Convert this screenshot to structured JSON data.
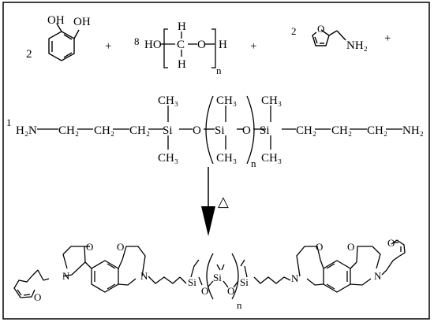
{
  "scheme": {
    "catechol": {
      "coefficient": "2",
      "hydroxyl_1": "OH",
      "hydroxyl_2": "OH"
    },
    "paraformaldehyde": {
      "coefficient": "8",
      "ho": "HO",
      "h_top": "H",
      "carbon": "C",
      "h_bottom": "H",
      "oxygen": "O",
      "h_end": "H",
      "repeat": "n"
    },
    "furfurylamine": {
      "coefficient": "2",
      "ring_oxygen": "O",
      "amine": "NH₂"
    },
    "plus_signs": [
      "+",
      "+",
      "+"
    ],
    "siloxane_diamine": {
      "coefficient": "1",
      "amine_left": "H₂N",
      "ch2_labels": [
        "CH₂",
        "CH₂",
        "CH₂",
        "CH₂",
        "CH₂",
        "CH₂"
      ],
      "si_left": "Si",
      "si_mid": "Si",
      "si_right": "Si",
      "oxygen_labels": [
        "O",
        "O"
      ],
      "methyl_labels": [
        "CH₃",
        "CH₃",
        "CH₃",
        "CH₃",
        "CH₃",
        "CH₃"
      ],
      "repeat": "n",
      "amine_right": "NH₂"
    },
    "reaction_condition": "△",
    "product": {
      "oxygen_labels": [
        "O",
        "O",
        "O",
        "O",
        "O",
        "O",
        "O",
        "O"
      ],
      "nitrogen_labels": [
        "N",
        "N",
        "N",
        "N"
      ],
      "si_labels": [
        "Si",
        "Si",
        "Si"
      ],
      "repeat": "n"
    }
  }
}
